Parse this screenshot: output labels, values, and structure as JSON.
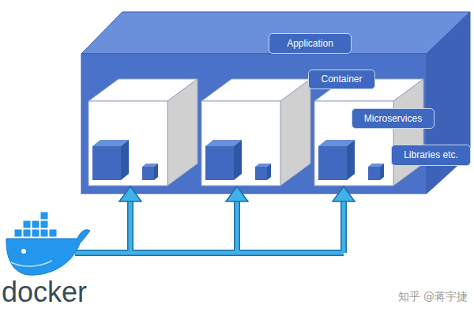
{
  "diagram": {
    "nodes": [
      {
        "text": [
          "Application"
        ]
      },
      {
        "text": [
          "Container"
        ]
      },
      {
        "text": [
          "Microservices"
        ]
      },
      {
        "text": [
          "Libraries etc."
        ]
      }
    ],
    "labels": [
      "docker",
      "知乎 @蒋宇捷"
    ]
  }
}
